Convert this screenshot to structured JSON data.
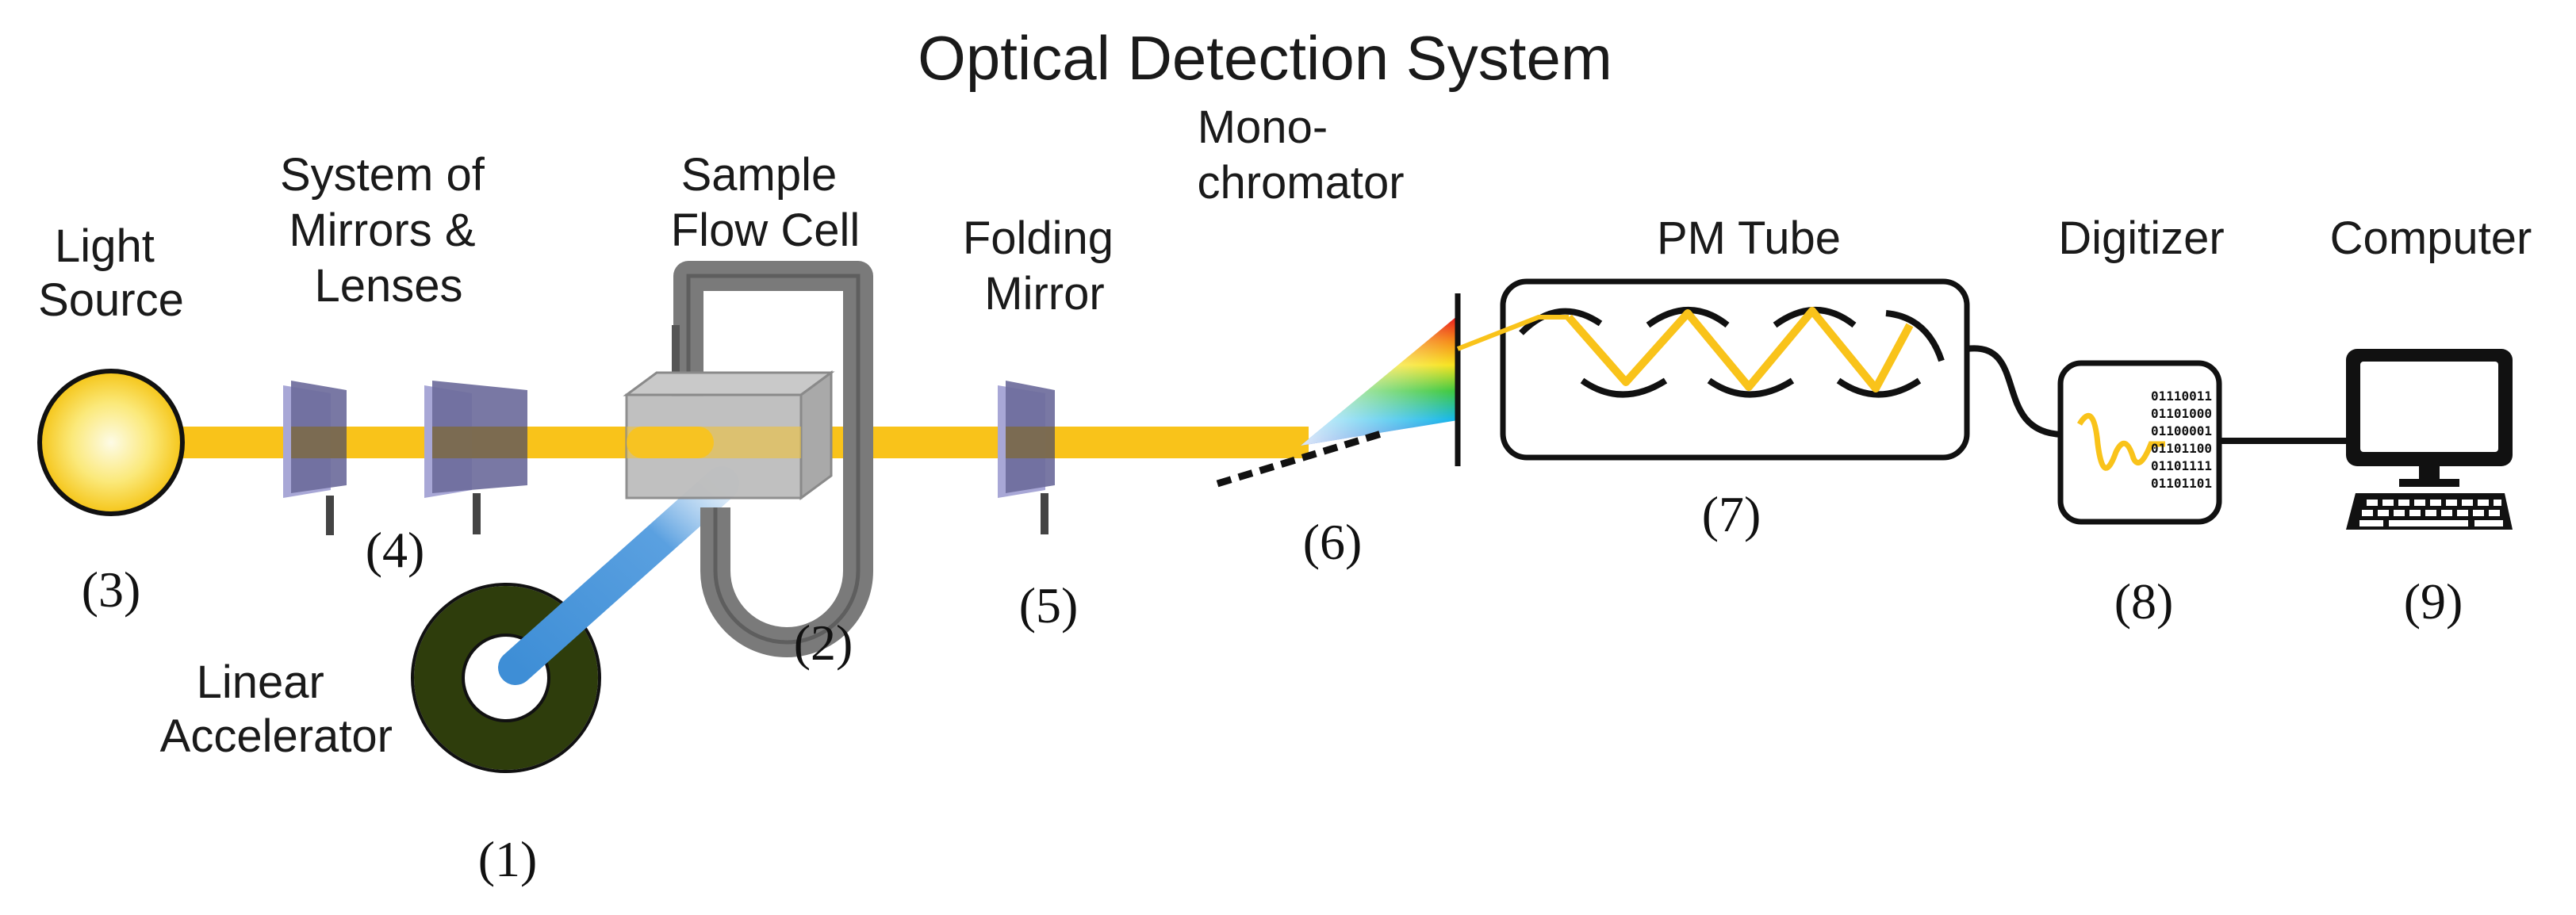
{
  "title": "Optical Detection System",
  "components": {
    "light_source": {
      "label_lines": [
        "Light",
        "Source"
      ],
      "number": "(3)"
    },
    "mirrors_lenses": {
      "label_lines": [
        "System of",
        "Mirrors &",
        "Lenses"
      ],
      "number": "(4)"
    },
    "flow_cell": {
      "label_lines": [
        "Sample",
        "Flow Cell"
      ],
      "number": "(2)"
    },
    "folding_mirror": {
      "label_lines": [
        "Folding",
        "Mirror"
      ],
      "number": "(5)"
    },
    "monochromator": {
      "label_lines": [
        "Mono-",
        "chromator"
      ],
      "number": "(6)"
    },
    "pm_tube": {
      "label_lines": [
        "PM Tube"
      ],
      "number": "(7)"
    },
    "digitizer": {
      "label_lines": [
        "Digitizer"
      ],
      "number": "(8)",
      "binary": [
        "01110011",
        "01101000",
        "01100001",
        "01101100",
        "01101111",
        "01101101"
      ]
    },
    "computer": {
      "label_lines": [
        "Computer"
      ],
      "number": "(9)"
    },
    "linac": {
      "label_lines": [
        "Linear",
        "Accelerator"
      ],
      "number": "(1)"
    }
  },
  "colors": {
    "beam": "#f9c31a",
    "mirror": "#6e6c9c",
    "electron_beam": "#3e8ed6",
    "linac_ring": "#2e3d0c",
    "tube_gray": "#7a7a7a",
    "outline": "#111111"
  }
}
